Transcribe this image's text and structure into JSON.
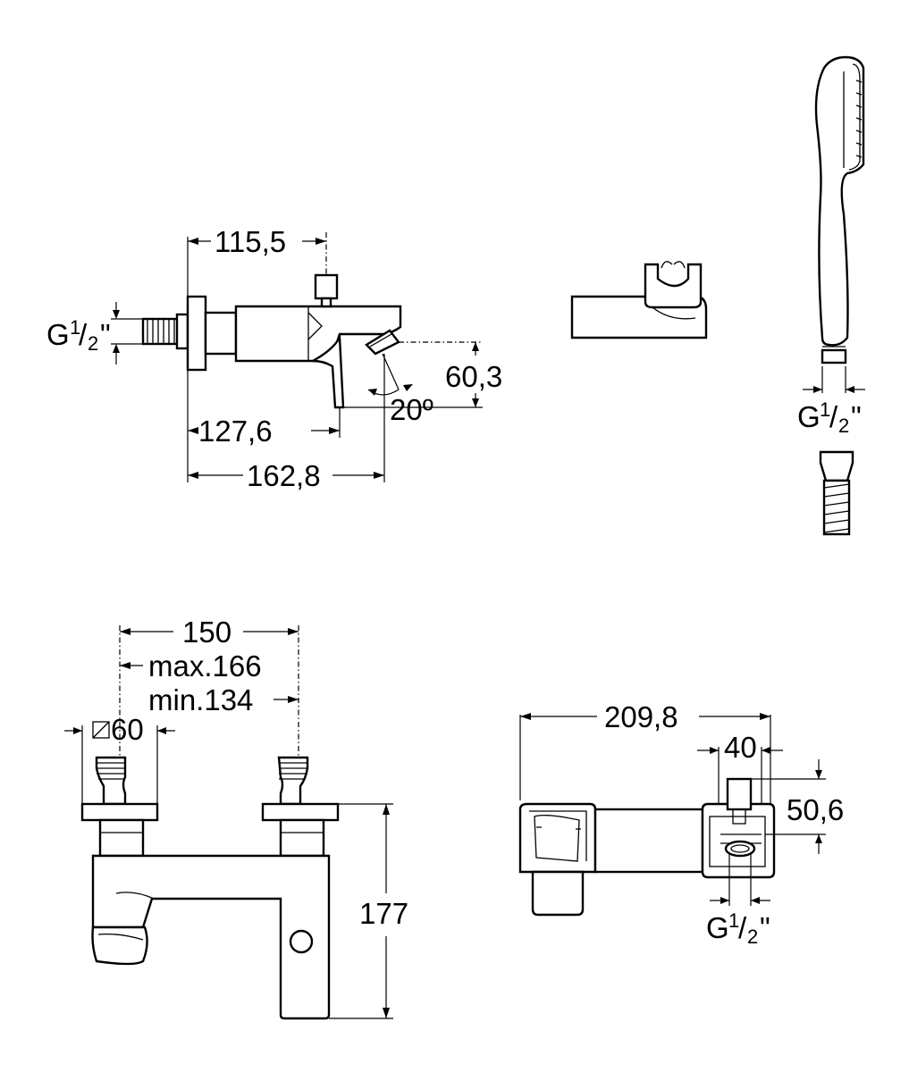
{
  "side_view": {
    "dim_top": "115,5",
    "dim_mid": "127,6",
    "dim_bottom": "162,8",
    "dim_height": "60,3",
    "angle": "20º",
    "thread": {
      "prefix": "G",
      "num": "1",
      "den": "2",
      "suffix": "\""
    }
  },
  "handshower": {
    "thread": {
      "prefix": "G",
      "num": "1",
      "den": "2",
      "suffix": "\""
    }
  },
  "front_view": {
    "dim_centers": "150",
    "dim_max": "max.166",
    "dim_min": "min.134",
    "dim_diameter": "60",
    "dim_height": "177"
  },
  "top_view": {
    "dim_length": "209,8",
    "dim_outlet": "40",
    "dim_depth": "50,6",
    "thread": {
      "prefix": "G",
      "num": "1",
      "den": "2",
      "suffix": "\""
    }
  }
}
